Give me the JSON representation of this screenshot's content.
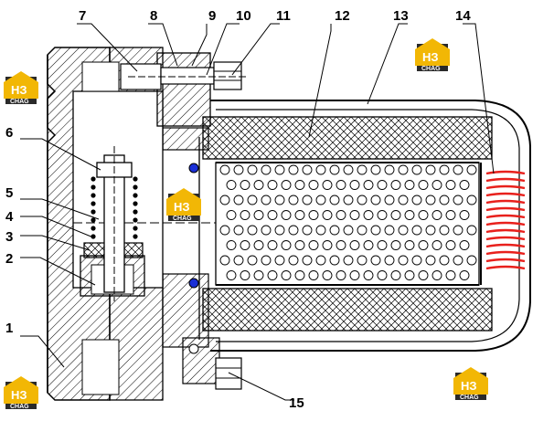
{
  "callouts": {
    "c1": "1",
    "c2": "2",
    "c3": "3",
    "c4": "4",
    "c5": "5",
    "c6": "6",
    "c7": "7",
    "c8": "8",
    "c9": "9",
    "c10": "10",
    "c11": "11",
    "c12": "12",
    "c13": "13",
    "c14": "14",
    "c15": "15"
  },
  "watermark": {
    "mark": "НЗ",
    "sub": "CHAG"
  },
  "colors": {
    "line": "#000000",
    "spring_red": "#e8201c",
    "seal_blue": "#1a2fd6",
    "logo_yellow": "#f2b705",
    "logo_dark": "#2a2a2a"
  }
}
